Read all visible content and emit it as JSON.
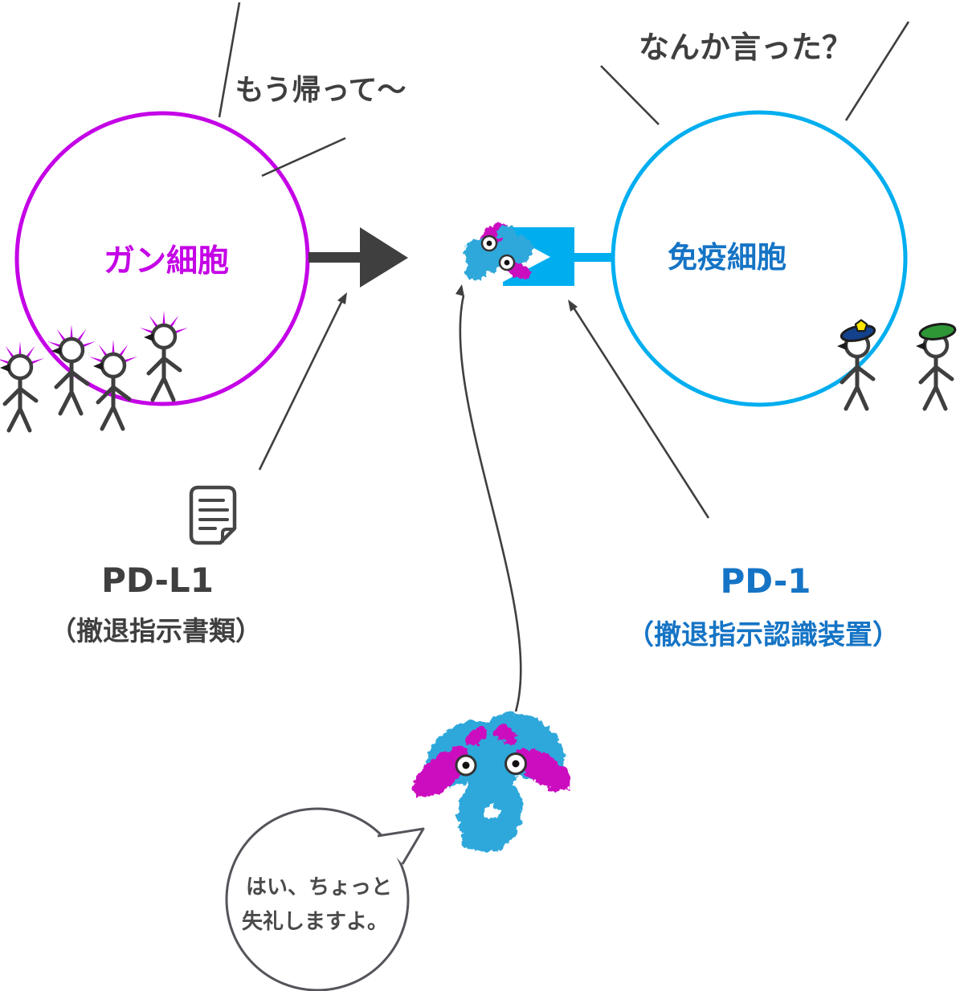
{
  "colors": {
    "cancer_magenta": "#c400e6",
    "immune_cyan": "#00aeef",
    "immune_text_blue": "#1574c5",
    "ink_gray": "#3f3f3f",
    "molecule_blue": "#2fa8db",
    "molecule_magenta": "#cc0dbf",
    "police_hat_blue": "#14418c",
    "police_badge_yellow": "#ffe600",
    "green_hat": "#2f9636"
  },
  "cancer_cell": {
    "label": "ガン細胞",
    "speech": "もう帰って～"
  },
  "immune_cell": {
    "label": "免疫細胞",
    "speech": "なんか言った？"
  },
  "pd_l1": {
    "name": "PD-L1",
    "description": "（撤退指示書類）"
  },
  "pd_1": {
    "name": "PD-1",
    "description": "（撤退指示認識装置）"
  },
  "antibody": {
    "speech_line1": "はい、ちょっと",
    "speech_line2": "失礼しますよ。"
  }
}
